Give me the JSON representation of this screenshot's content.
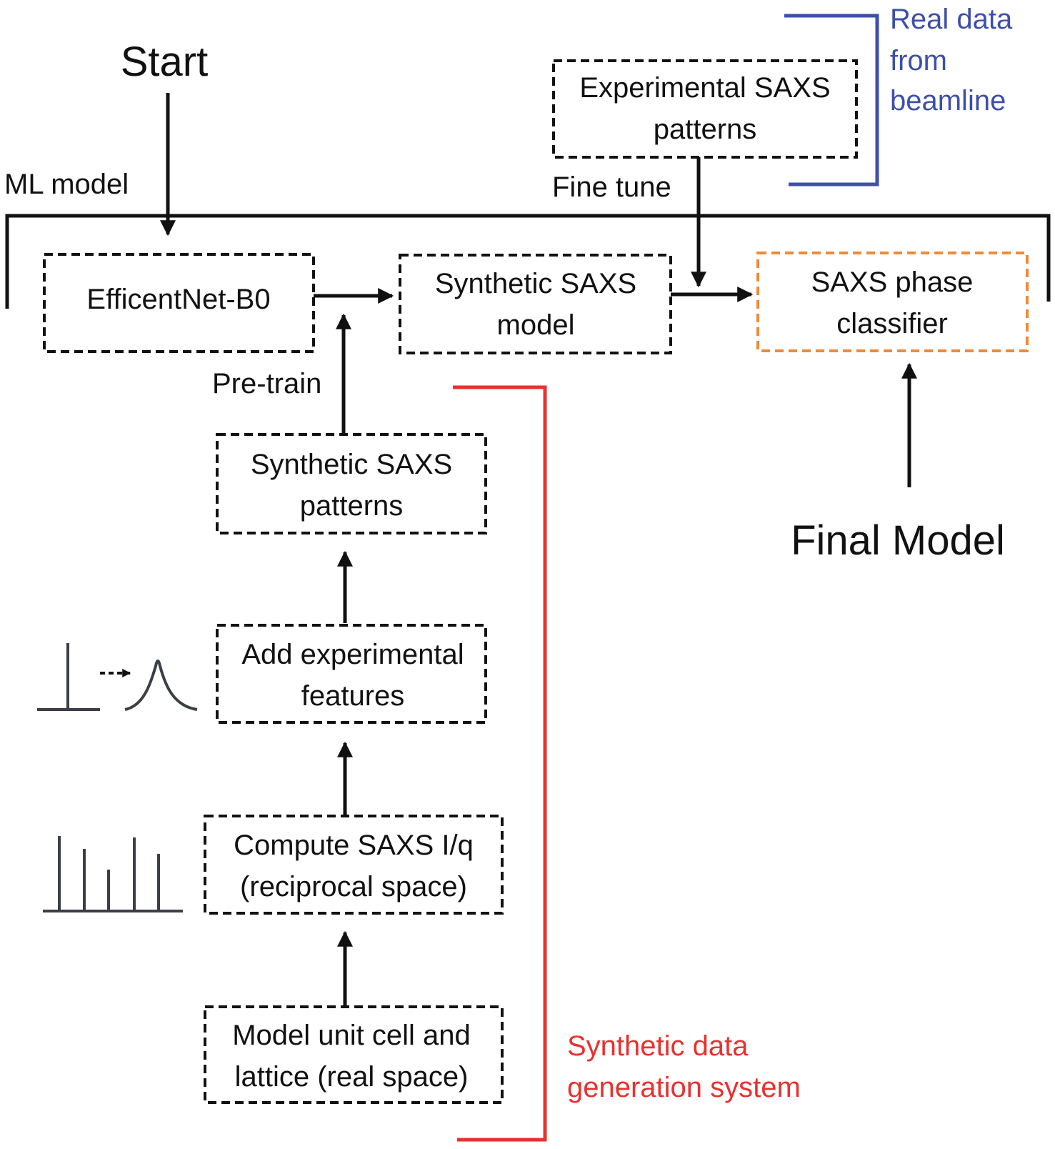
{
  "labels": {
    "start": "Start",
    "ml_model": "ML model",
    "fine_tune": "Fine tune",
    "pre_train": "Pre-train",
    "final_model": "Final Model"
  },
  "boxes": {
    "experimental": [
      "Experimental SAXS",
      "patterns"
    ],
    "efficientnet": [
      "EfficentNet-B0"
    ],
    "synthetic_model": [
      "Synthetic SAXS",
      "model"
    ],
    "classifier": [
      "SAXS phase",
      "classifier"
    ],
    "synthetic_patterns": [
      "Synthetic SAXS",
      "patterns"
    ],
    "add_features": [
      "Add experimental",
      "features"
    ],
    "compute": [
      "Compute SAXS I/q",
      "(reciprocal space)"
    ],
    "model_unit": [
      "Model unit cell and",
      "lattice (real space)"
    ]
  },
  "brackets": {
    "real_data": [
      "Real data",
      "from",
      "beamline"
    ],
    "synthetic_system": [
      "Synthetic data",
      "generation system"
    ]
  },
  "colors": {
    "real_data": "#3e4fa9",
    "synthetic_system": "#e8312f",
    "classifier_border": "#ee8a3b",
    "ink": "#111111"
  },
  "icons": [
    "peak-broadening-icon",
    "saxs-spectrum-icon"
  ]
}
